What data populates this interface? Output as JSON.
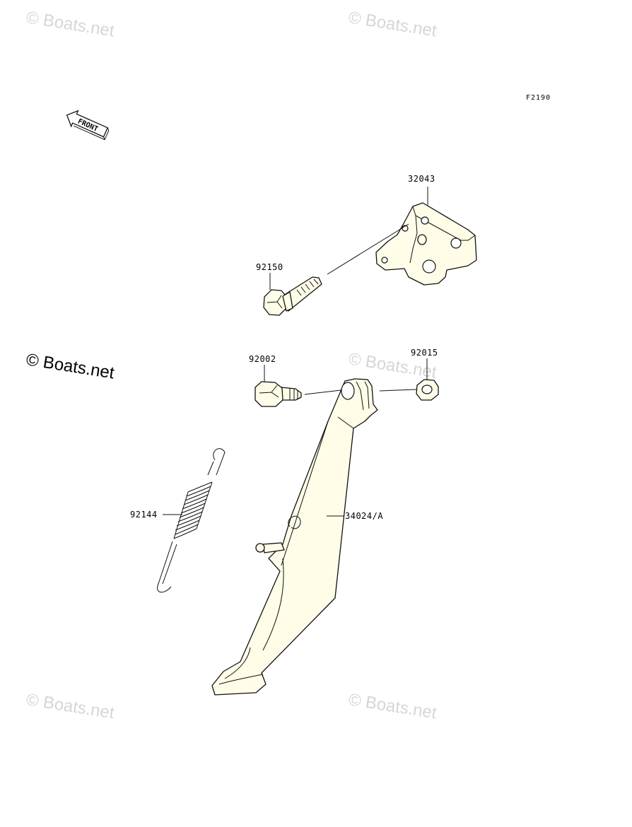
{
  "figure_code": "F2190",
  "front_arrow_label": "FRONT",
  "watermarks": {
    "text": "© Boats.net",
    "prominent_text": "© Boats.net"
  },
  "parts": {
    "bracket": "32043",
    "bolt": "92150",
    "pivot_bolt": "92002",
    "nut": "92015",
    "spring": "92144",
    "side_stand": "34024/A"
  },
  "colors": {
    "part_fill": "#fffde8",
    "outline": "#111111",
    "watermark": "#d6d6d6"
  }
}
